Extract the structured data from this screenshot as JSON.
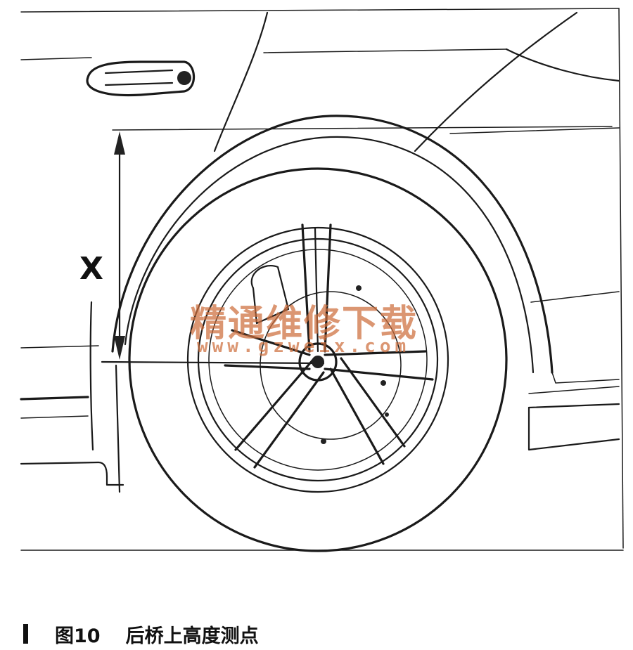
{
  "figure": {
    "dimension_label": "X",
    "watermark_cn": "精通维修下载",
    "watermark_url": "www.gzweix.com"
  },
  "caption": {
    "number": "图10",
    "text": "后桥上高度测点"
  }
}
